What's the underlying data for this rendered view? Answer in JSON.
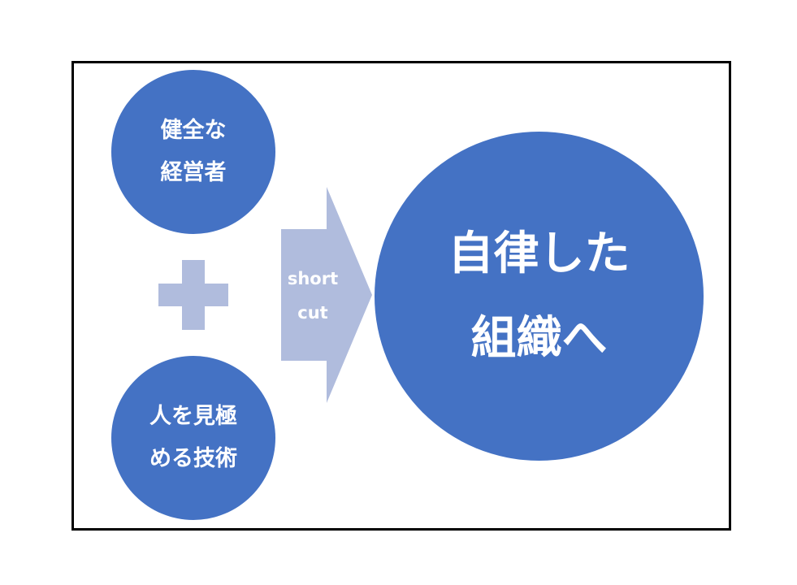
{
  "colors": {
    "circle_fill": "#4472c4",
    "light_shape_fill": "#b0bcdd",
    "frame_border": "#000000",
    "text": "#ffffff"
  },
  "circles": {
    "top": {
      "line1": "健全な",
      "line2": "経営者"
    },
    "bottom": {
      "line1": "人を見極",
      "line2": "める技術"
    },
    "result": {
      "line1": "自律した",
      "line2": "組織へ"
    }
  },
  "arrow": {
    "line1": "short",
    "line2": "cut"
  },
  "icons": {
    "plus": "plus-icon",
    "arrow": "arrow-right-icon"
  }
}
